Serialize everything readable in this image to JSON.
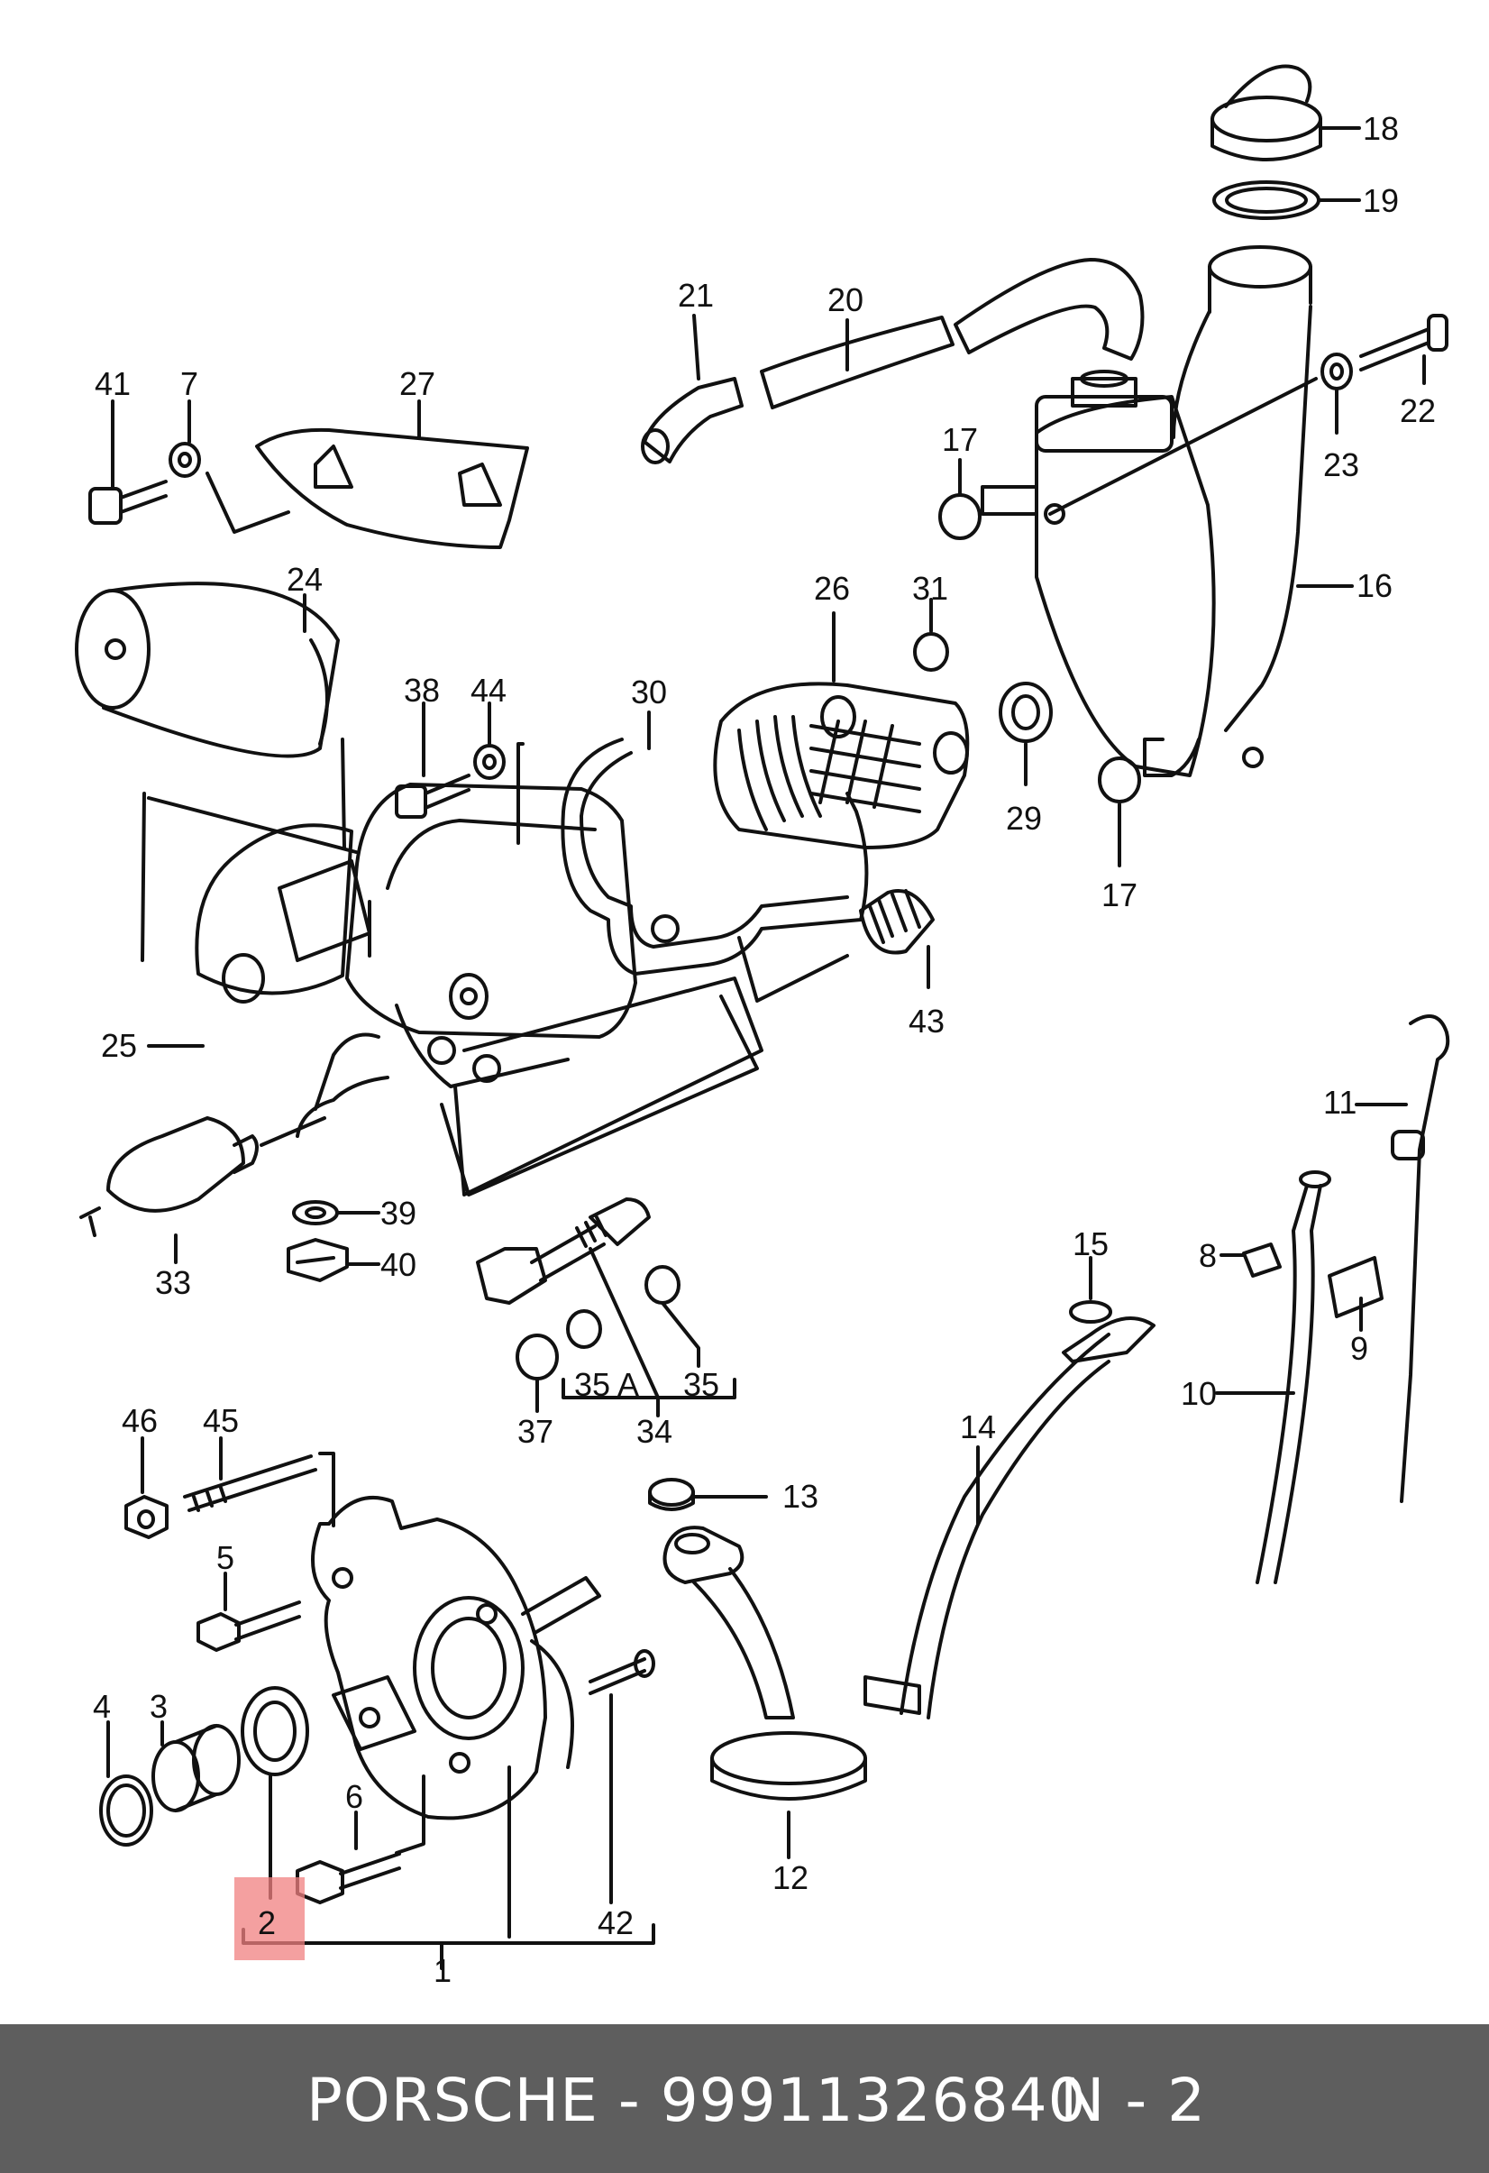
{
  "diagram": {
    "callouts": [
      "1",
      "2",
      "3",
      "4",
      "5",
      "6",
      "10",
      "11",
      "12",
      "13",
      "14",
      "15",
      "16",
      "17",
      "17",
      "18",
      "19",
      "20",
      "21",
      "22",
      "23",
      "24",
      "25",
      "26",
      "27",
      "29",
      "30",
      "31",
      "33",
      "34",
      "35",
      "35",
      "35 A",
      "37",
      "38",
      "39",
      "40",
      "41",
      "42",
      "43",
      "44",
      "45",
      "46",
      "7",
      "8",
      "9"
    ],
    "highlight": {
      "part": "2",
      "color": "#f08080"
    }
  },
  "footer": {
    "brand_part": "PORSCHE - 99911326840",
    "page": "N - 2"
  }
}
